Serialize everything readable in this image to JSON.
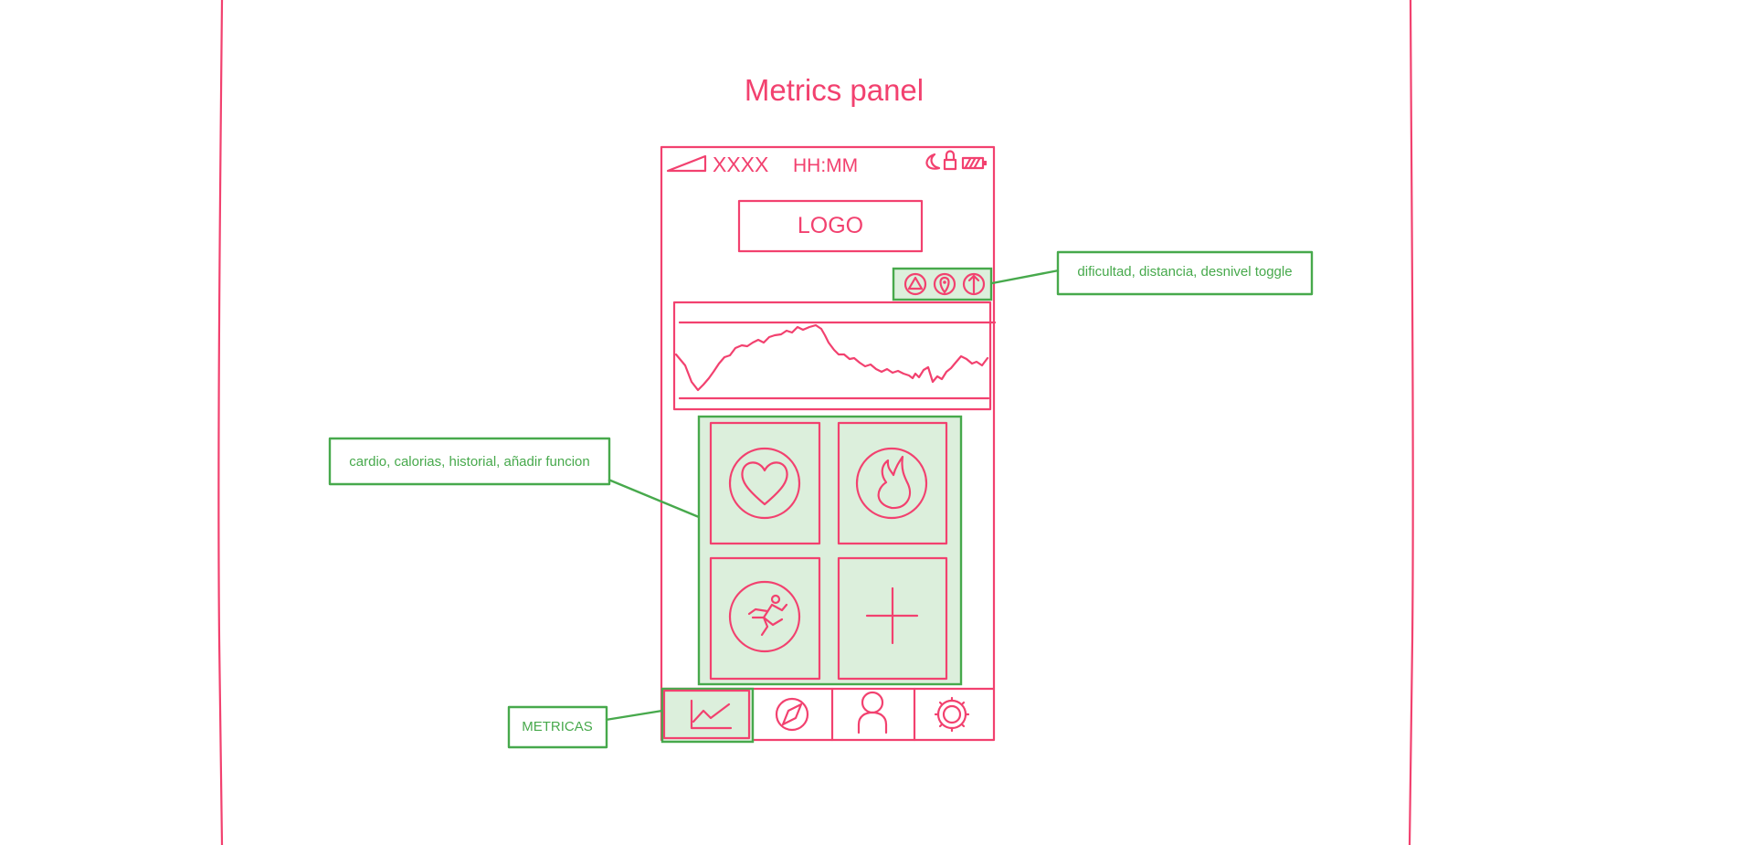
{
  "title": "Metrics panel",
  "status_bar": {
    "carrier": "XXXX",
    "time": "HH:MM",
    "icons": [
      "signal-icon",
      "moon-icon",
      "lock-icon",
      "battery-icon"
    ]
  },
  "logo": "LOGO",
  "toggle_icons": [
    "difficulty-triangle-icon",
    "distance-pin-icon",
    "elevation-arrow-icon"
  ],
  "metric_tiles": [
    {
      "name": "cardio",
      "icon": "heart-icon"
    },
    {
      "name": "calorias",
      "icon": "flame-icon"
    },
    {
      "name": "historial",
      "icon": "runner-icon"
    },
    {
      "name": "anadir-funcion",
      "icon": "plus-icon"
    }
  ],
  "bottom_nav": [
    {
      "name": "metricas",
      "icon": "line-chart-icon"
    },
    {
      "name": "explorar",
      "icon": "compass-icon"
    },
    {
      "name": "perfil",
      "icon": "user-icon"
    },
    {
      "name": "ajustes",
      "icon": "gear-icon"
    }
  ],
  "annotations": {
    "toggle": "dificultad, distancia, desnivel toggle",
    "grid": "cardio, calorias, historial, añadir funcion",
    "nav": "METRICAS"
  },
  "colors": {
    "wireframe": "#f2416f",
    "annotation": "#47a94c",
    "annotation_fill": "#dcefdc"
  }
}
